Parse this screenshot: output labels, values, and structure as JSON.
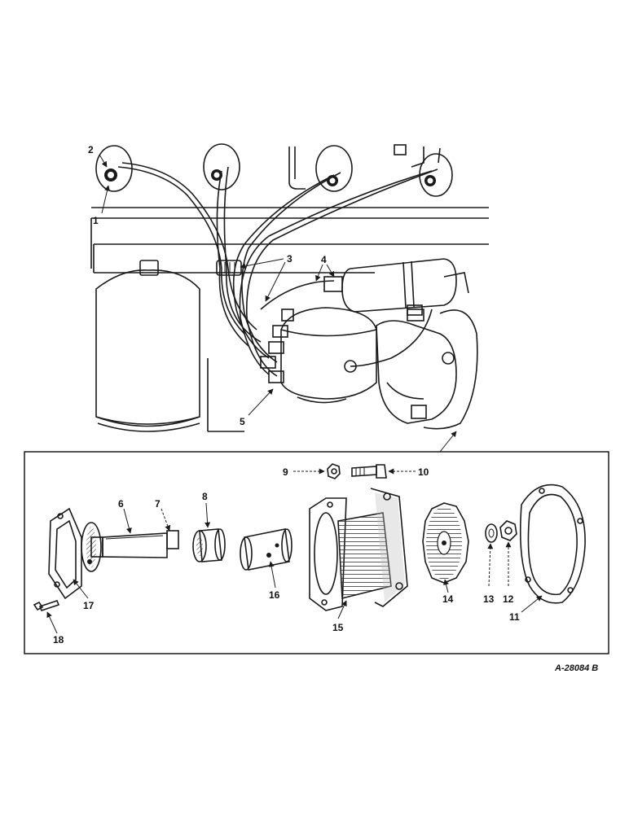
{
  "figure": {
    "reference_code": "A-28084 B",
    "callouts": {
      "c1": "1",
      "c2": "2",
      "c3": "3",
      "c4": "4",
      "c5": "5",
      "c6": "6",
      "c7": "7",
      "c8": "8",
      "c9": "9",
      "c10": "10",
      "c11": "11",
      "c12": "12",
      "c13": "13",
      "c14": "14",
      "c15": "15",
      "c16": "16",
      "c17": "17",
      "c18": "18"
    }
  }
}
